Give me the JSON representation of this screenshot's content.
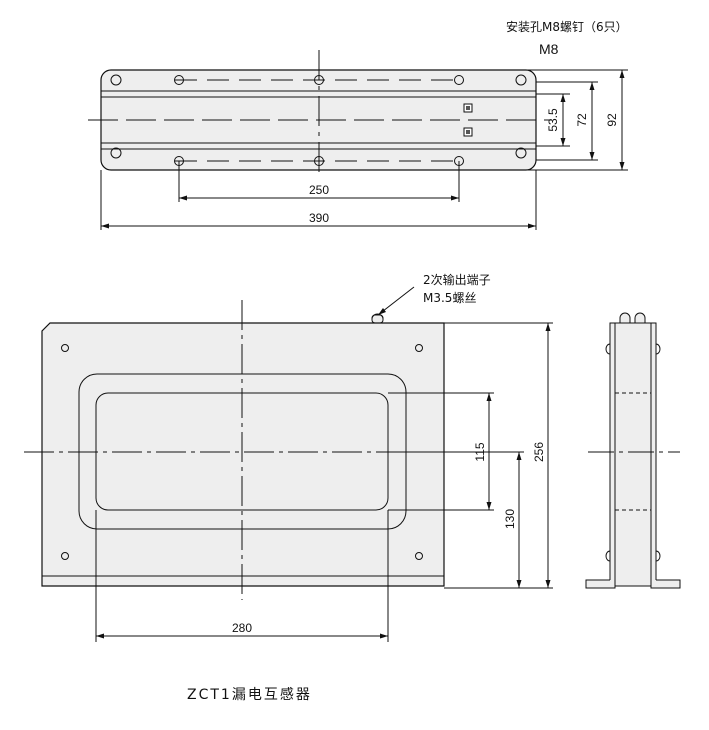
{
  "top_view": {
    "hole_note": "安装孔M8螺钉（6只）",
    "hole_thread": "M8",
    "dims": {
      "hole_spacing": "250",
      "length": "390",
      "slot": "53.5",
      "inner_height": "72",
      "height": "92"
    }
  },
  "front_view": {
    "terminal_note_line1": "2次输出端子",
    "terminal_note_line2": "M3.5螺丝",
    "dims": {
      "window_height": "115",
      "frame_height": "130",
      "height": "256",
      "width": "280"
    }
  },
  "title": "ZCT1漏电互感器",
  "colors": {
    "body_fill": "#eeeeee",
    "line": "#111111"
  }
}
